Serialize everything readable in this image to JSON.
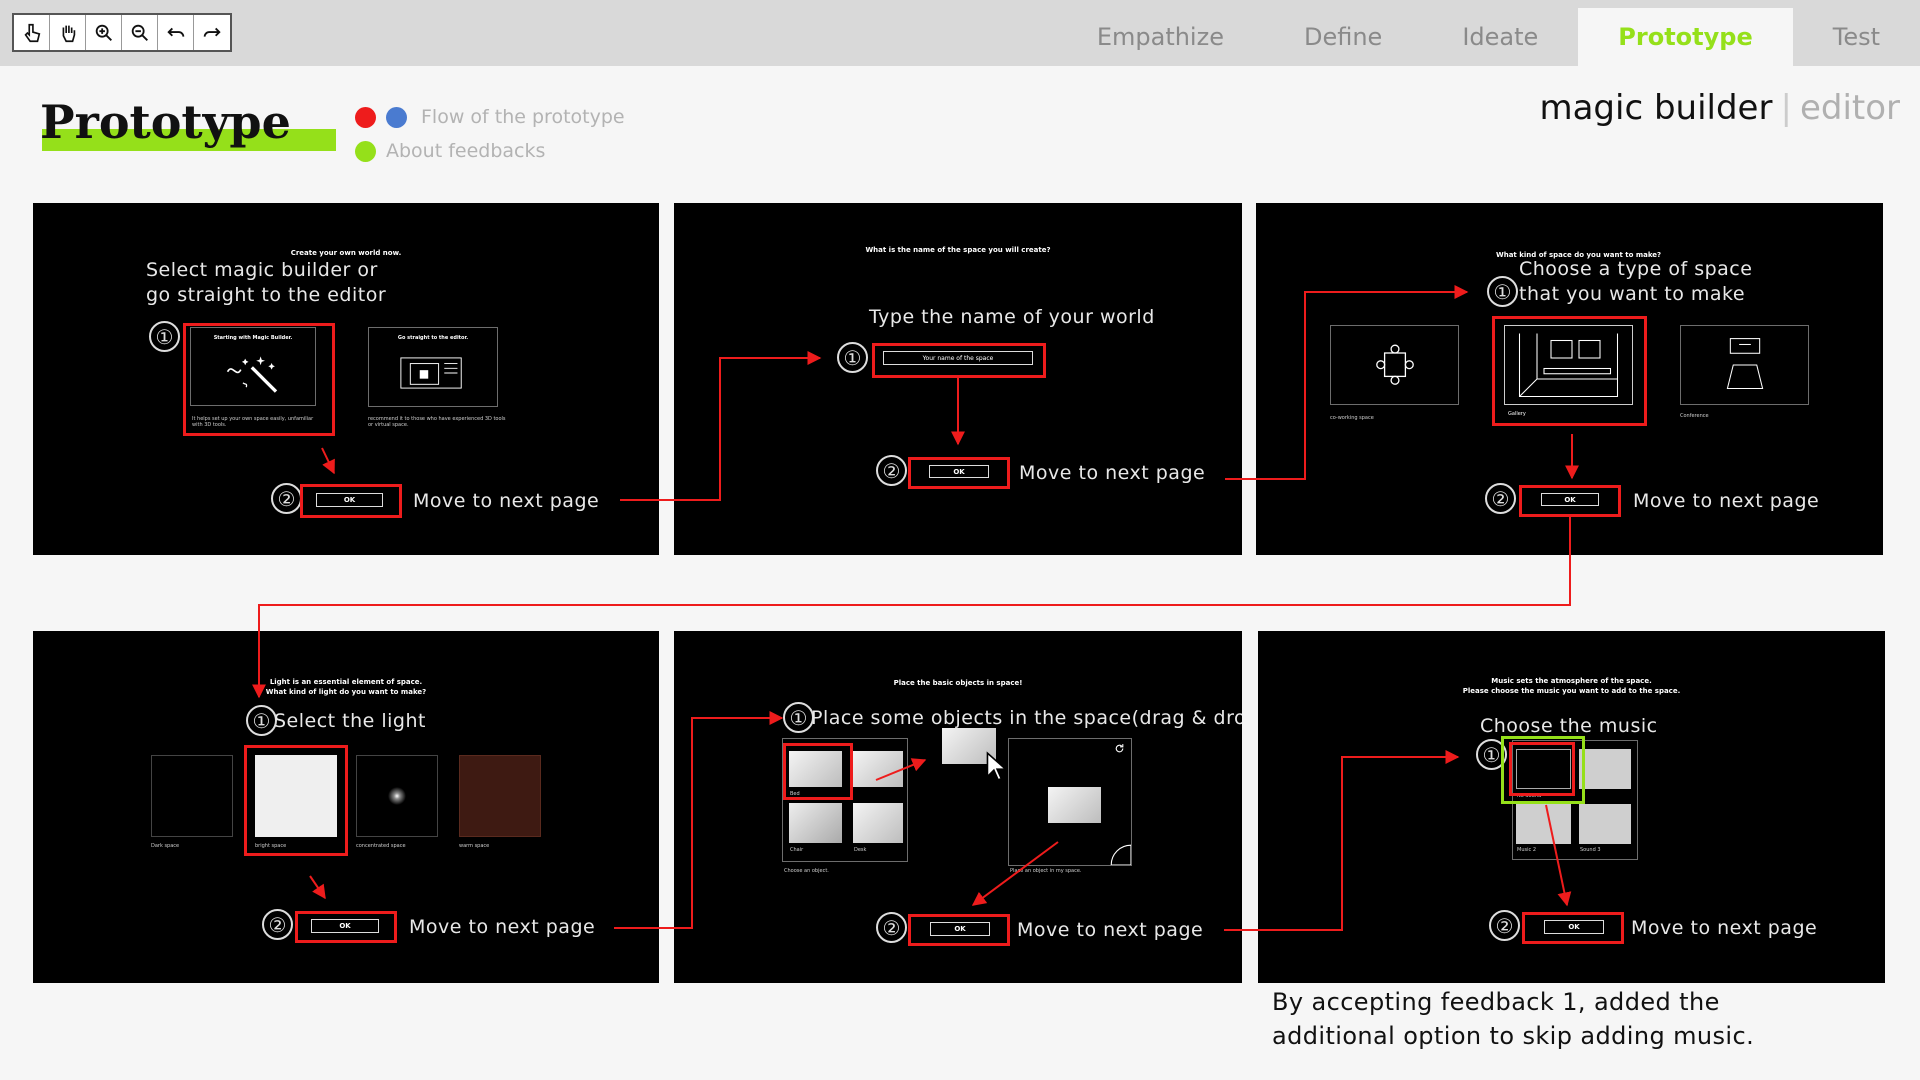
{
  "stage_tabs": [
    "Empathize",
    "Define",
    "Ideate",
    "Prototype",
    "Test"
  ],
  "active_stage": "Prototype",
  "toolbar": {
    "tools": [
      "pointer-icon",
      "hand-icon",
      "zoom-in-icon",
      "zoom-out-icon",
      "undo-icon",
      "redo-icon"
    ]
  },
  "header": {
    "title": "Prototype",
    "legend": [
      {
        "label": "Flow of the prototype",
        "colors": [
          "#ee1c1c",
          "#4a7bd0"
        ]
      },
      {
        "label": "About feedbacks",
        "colors": [
          "#95e01a"
        ]
      }
    ],
    "brand_primary": "magic builder",
    "brand_separator": "|",
    "brand_secondary": "editor"
  },
  "colors": {
    "accent": "#95e01a",
    "flow_red": "#ee1c1c",
    "flow_blue": "#4a7bd0"
  },
  "ok_label": "OK",
  "panels": [
    {
      "screen_title": "Create your own world now.",
      "step1": "Select magic builder or\ngo straight to the editor",
      "step2": "Move to next page",
      "options": [
        {
          "title": "Starting with Magic Builder.",
          "desc": "It helps set up your own space easily, unfamiliar with 3D tools."
        },
        {
          "title": "Go straight to the editor.",
          "desc": "recommend it to those who have experienced 3D tools or virtual space."
        }
      ]
    },
    {
      "screen_title": "What is the name of the space you will create?",
      "step1": "Type the name of your world",
      "placeholder": "Your name of the space",
      "step2": "Move to next page"
    },
    {
      "screen_title": "What kind of space do you want to make?",
      "step1": "Choose a type of space\nthat you want to make",
      "step2": "Move to next page",
      "options": [
        "co-working space",
        "Gallery",
        "Conference"
      ]
    },
    {
      "screen_title": "Light is an essential element of space.\nWhat kind of light do you want to make?",
      "step1": "Select the light",
      "step2": "Move to next page",
      "options": [
        "Dark space",
        "bright space",
        "concentrated space",
        "warm space"
      ]
    },
    {
      "screen_title": "Place the basic objects in space!",
      "step1": "Place some objects in the space(drag & drop)",
      "step2": "Move to next page",
      "objects": [
        "Bed",
        "",
        "Chair",
        "Desk"
      ],
      "left_caption": "Choose an object.",
      "right_caption": "Place an object in my space."
    },
    {
      "screen_title": "Music sets the atmosphere of the space.\nPlease choose the music you want to add to the space.",
      "step1": "Choose the music",
      "step2": "Move to next page",
      "options": [
        "No Sound",
        "",
        "Music 2",
        "Sound 3"
      ]
    }
  ],
  "feedback_note": "By accepting feedback 1, added the\nadditional option to skip adding music."
}
